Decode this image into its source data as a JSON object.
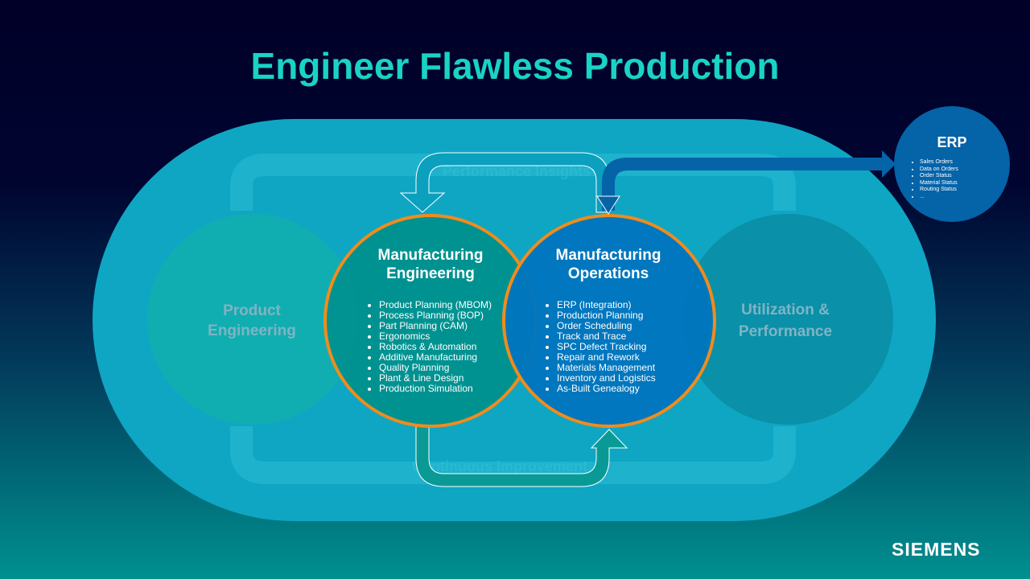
{
  "title": "Engineer Flawless Production",
  "loop_labels": {
    "top": "Performance Insights",
    "bottom": "Continuous Improvement"
  },
  "ghost_circles": {
    "left": [
      "Product",
      "Engineering"
    ],
    "right": [
      "Utilization  &",
      "Performance"
    ]
  },
  "manufacturing_engineering": {
    "title": [
      "Manufacturing",
      "Engineering"
    ],
    "items": [
      "Product Planning (MBOM)",
      "Process Planning (BOP)",
      "Part Planning (CAM)",
      "Ergonomics",
      "Robotics & Automation",
      "Additive Manufacturing",
      "Quality Planning",
      "Plant & Line Design",
      "Production Simulation"
    ]
  },
  "manufacturing_operations": {
    "title": [
      "Manufacturing",
      "Operations"
    ],
    "items": [
      "ERP (Integration)",
      "Production Planning",
      "Order Scheduling",
      "Track and Trace",
      "SPC Defect Tracking",
      "Repair and Rework",
      "Materials Management",
      "Inventory and Logistics",
      "As-Built Genealogy"
    ]
  },
  "erp": {
    "title": "ERP",
    "items": [
      "Sales Orders",
      "Data on Orders",
      "Order Status",
      "Material Status",
      "Routing Status",
      "..."
    ]
  },
  "brand": "SIEMENS",
  "colors": {
    "title": "#19d3c5",
    "ring_border": "#f08c1c",
    "engineering_fill": "#009290",
    "operations_fill": "#0076be",
    "erp_fill": "#0563a8"
  }
}
